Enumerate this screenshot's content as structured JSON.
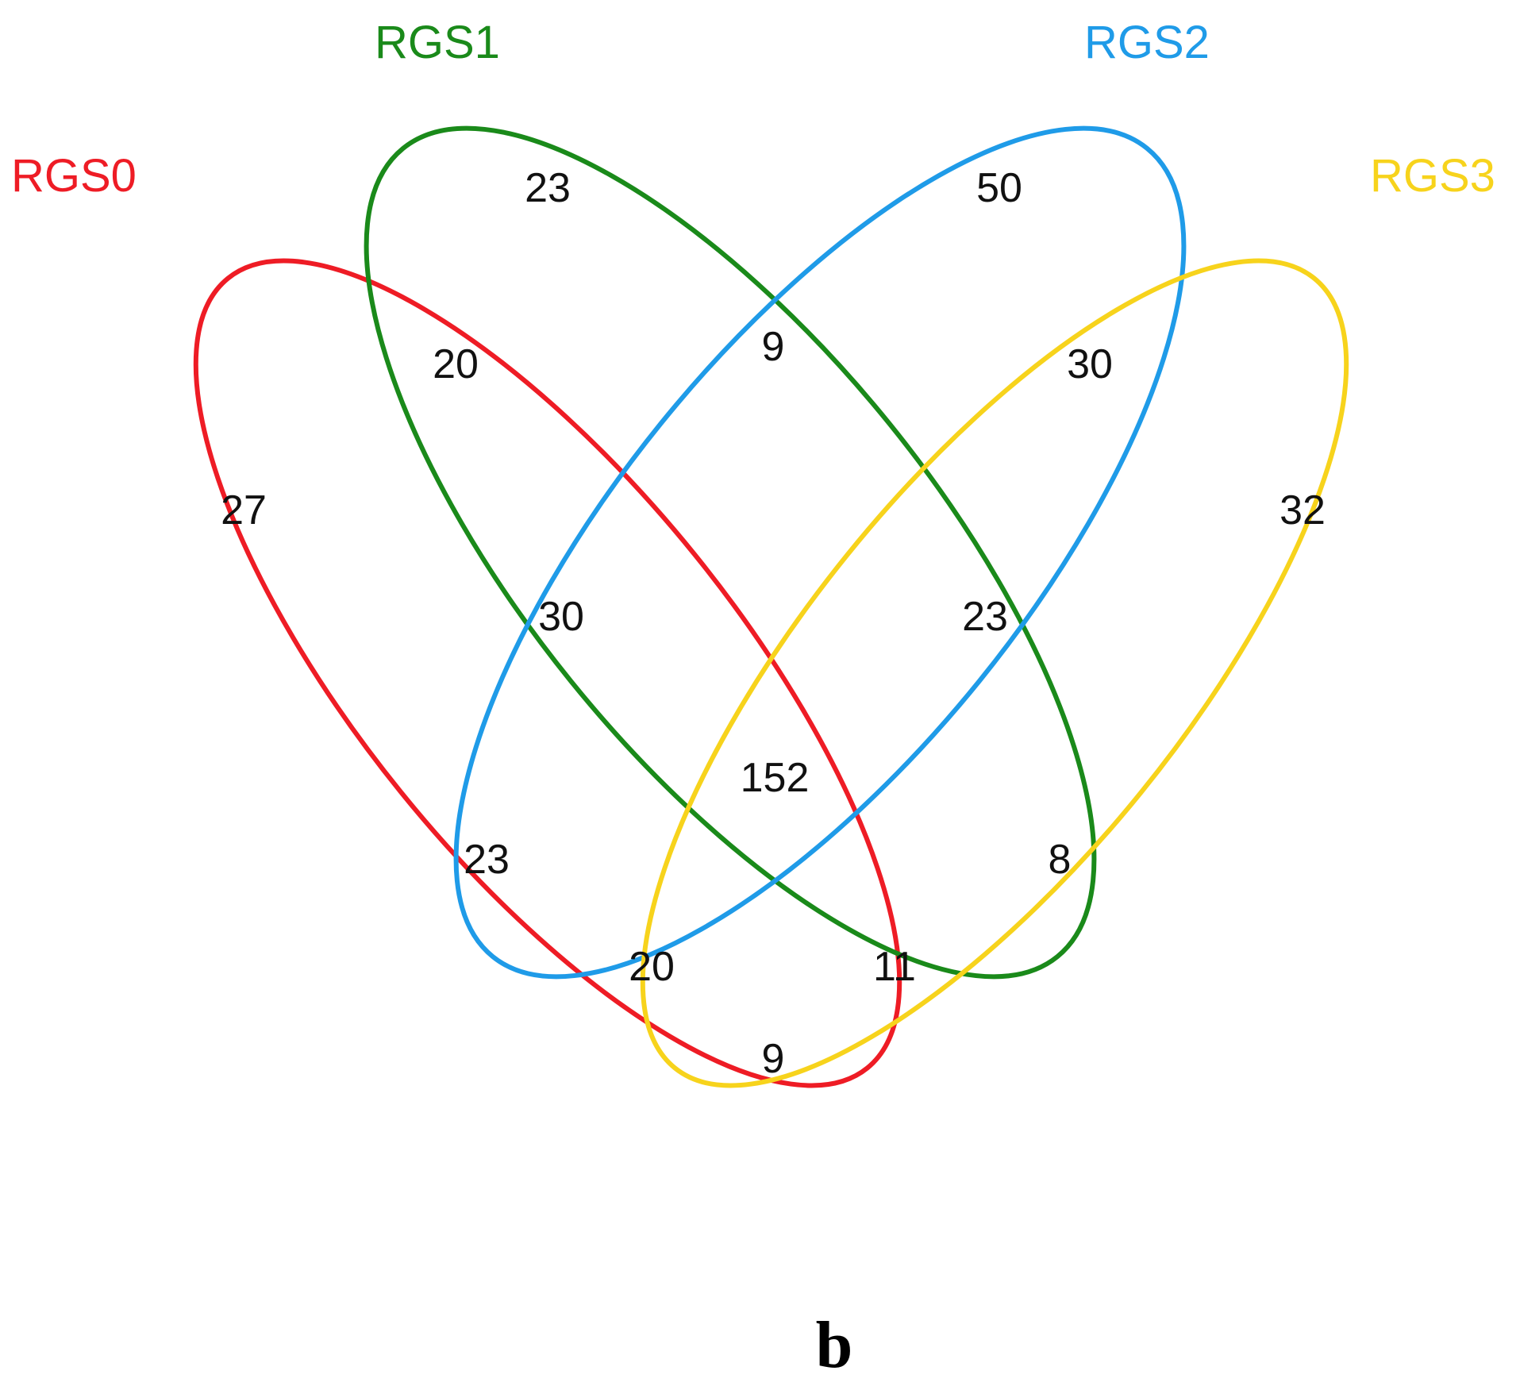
{
  "diagram": {
    "type": "venn",
    "sets": [
      {
        "label": "RGS0",
        "color": "#ee1c25"
      },
      {
        "label": "RGS1",
        "color": "#1a8a1a"
      },
      {
        "label": "RGS2",
        "color": "#1f9be8"
      },
      {
        "label": "RGS3",
        "color": "#f7d31c"
      }
    ],
    "regions": [
      {
        "sets": [
          "RGS0"
        ],
        "count": "27"
      },
      {
        "sets": [
          "RGS1"
        ],
        "count": "23"
      },
      {
        "sets": [
          "RGS2"
        ],
        "count": "50"
      },
      {
        "sets": [
          "RGS3"
        ],
        "count": "32"
      },
      {
        "sets": [
          "RGS0",
          "RGS1"
        ],
        "count": "20"
      },
      {
        "sets": [
          "RGS1",
          "RGS2"
        ],
        "count": "9"
      },
      {
        "sets": [
          "RGS2",
          "RGS3"
        ],
        "count": "30"
      },
      {
        "sets": [
          "RGS0",
          "RGS1",
          "RGS2"
        ],
        "count": "30"
      },
      {
        "sets": [
          "RGS1",
          "RGS2",
          "RGS3"
        ],
        "count": "23"
      },
      {
        "sets": [
          "RGS0",
          "RGS1",
          "RGS2",
          "RGS3"
        ],
        "count": "152"
      },
      {
        "sets": [
          "RGS0",
          "RGS2"
        ],
        "count": "23"
      },
      {
        "sets": [
          "RGS1",
          "RGS3"
        ],
        "count": "8"
      },
      {
        "sets": [
          "RGS0",
          "RGS2",
          "RGS3"
        ],
        "count": "20"
      },
      {
        "sets": [
          "RGS0",
          "RGS1",
          "RGS3"
        ],
        "count": "11"
      },
      {
        "sets": [
          "RGS0",
          "RGS3"
        ],
        "count": "9"
      }
    ]
  },
  "panel_label": "b"
}
